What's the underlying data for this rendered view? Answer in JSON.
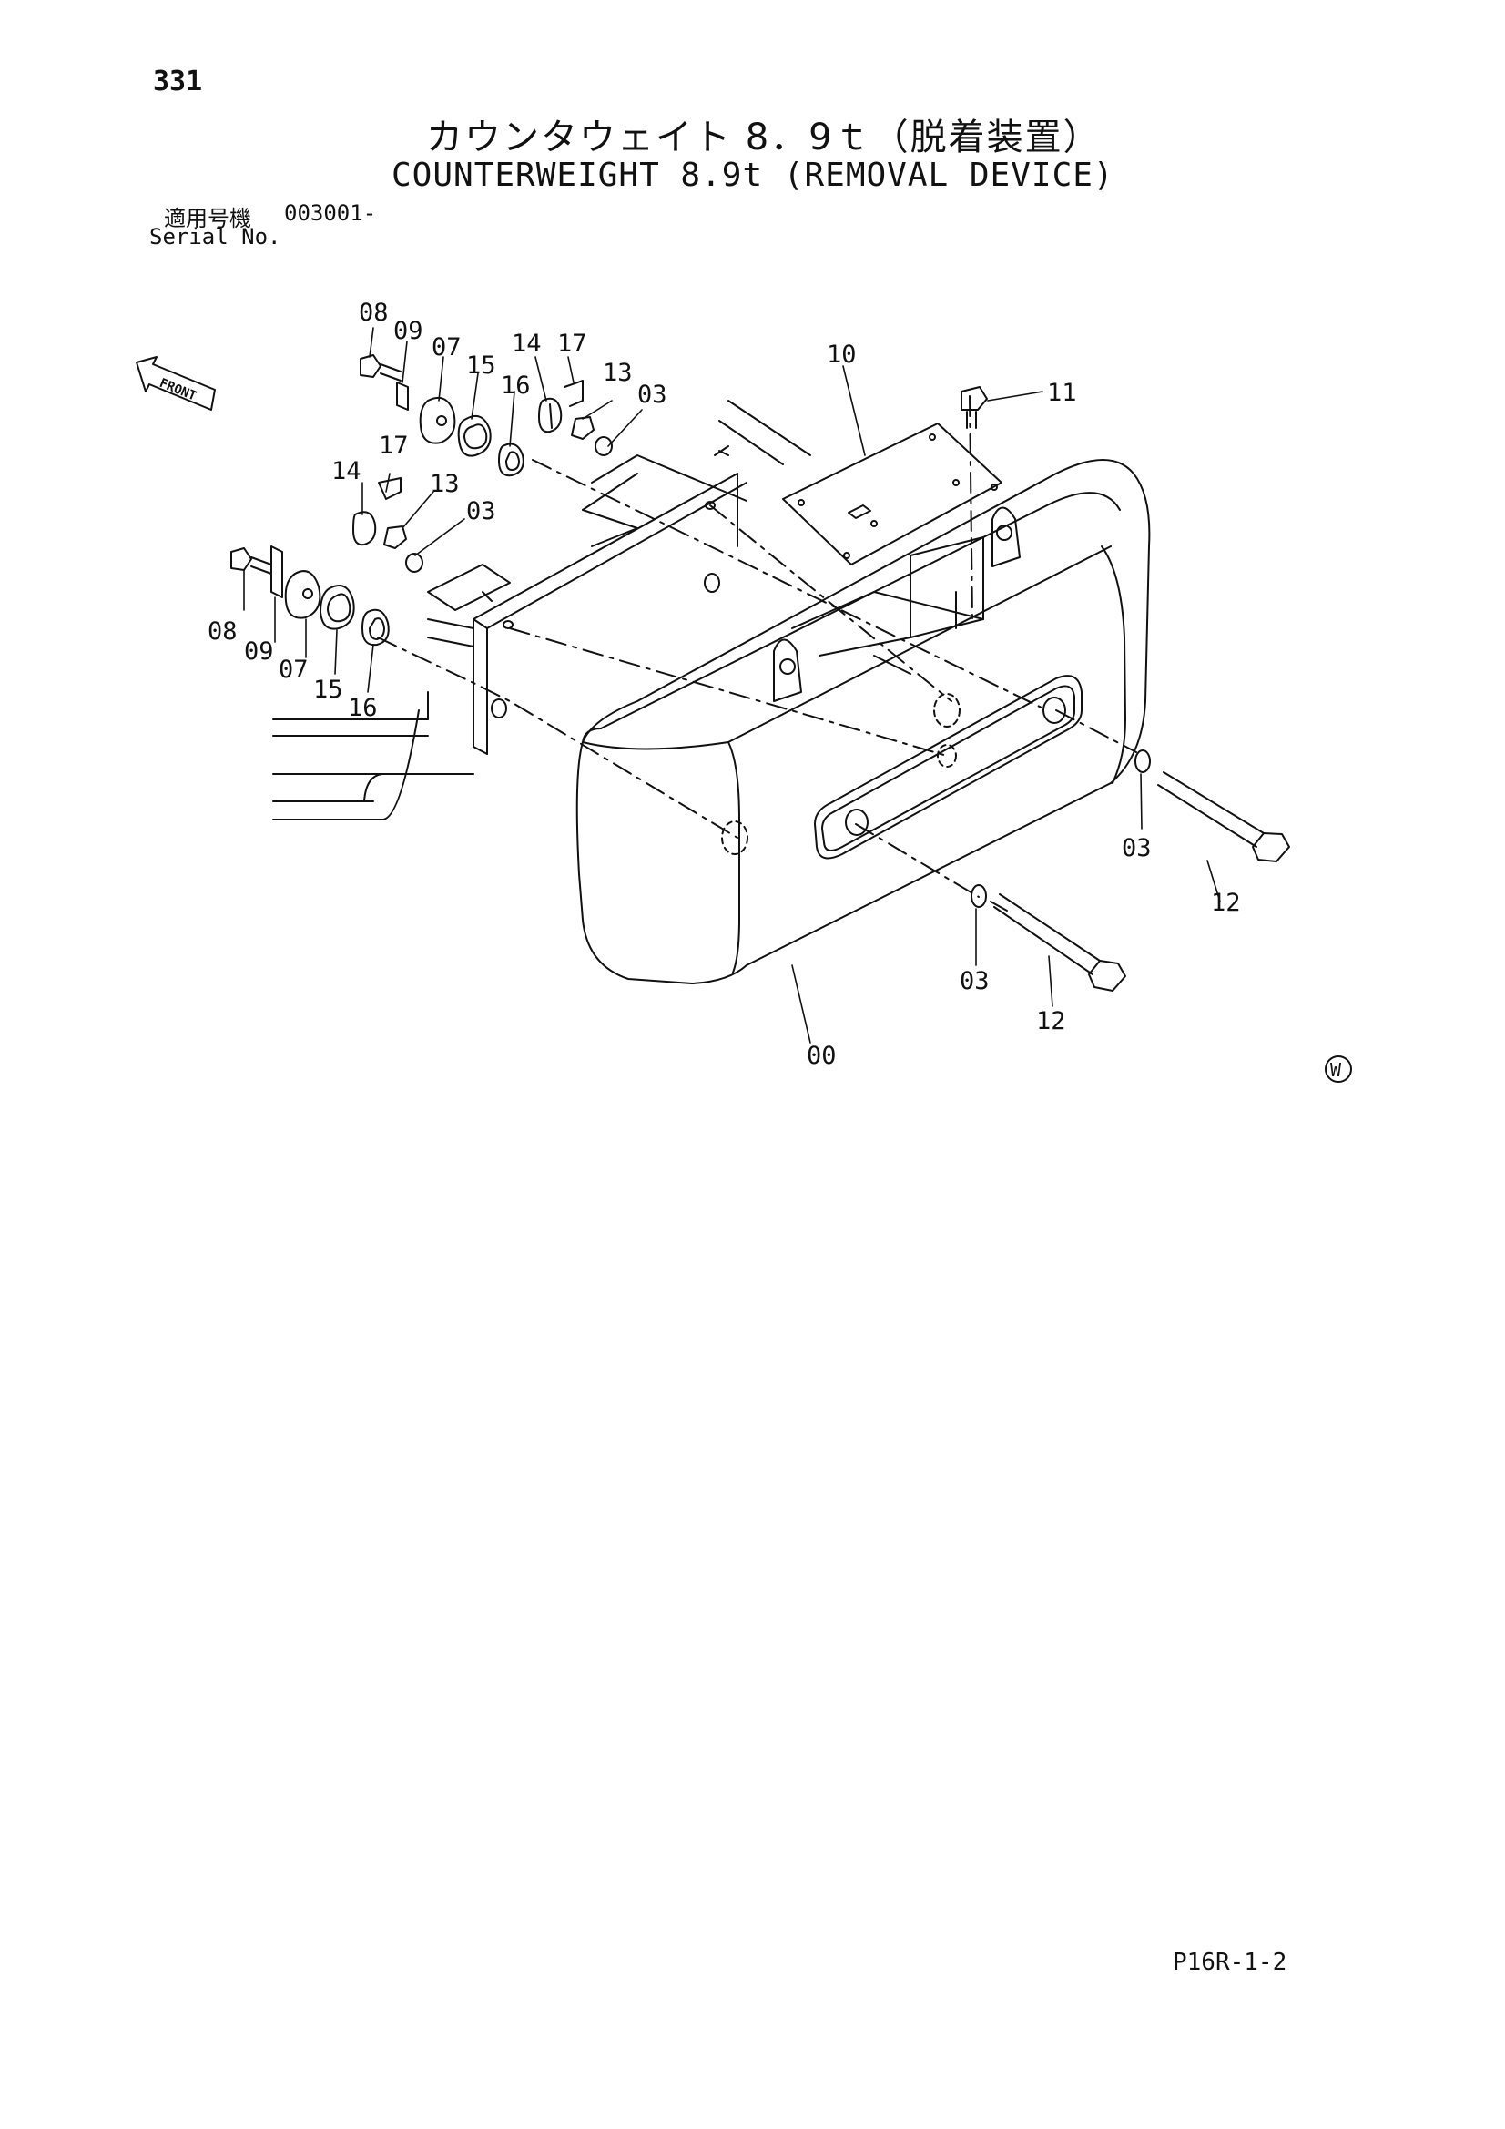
{
  "header": {
    "page_number": "331",
    "title_jp": "カウンタウェイト 8．9ｔ（脱着装置）",
    "title_en": "COUNTERWEIGHT 8.9t (REMOVAL DEVICE)",
    "serial_label_jp": "適用号機",
    "serial_value": "003001-",
    "serial_label_en": "Serial No."
  },
  "diagram": {
    "front_label": "FRONT",
    "w_mark": "W",
    "callouts": {
      "c08a": "08",
      "c09a": "09",
      "c07a": "07",
      "c15a": "15",
      "c16a": "16",
      "c14a": "14",
      "c17a": "17",
      "c13a": "13",
      "c03a": "03",
      "c17b": "17",
      "c14b": "14",
      "c13b": "13",
      "c03b": "03",
      "c08b": "08",
      "c09b": "09",
      "c07b": "07",
      "c15b": "15",
      "c16b": "16",
      "c10": "10",
      "c11": "11",
      "c03c": "03",
      "c12a": "12",
      "c03d": "03",
      "c12b": "12",
      "c00": "00"
    }
  },
  "footer": {
    "page_code": "P16R-1-2"
  }
}
